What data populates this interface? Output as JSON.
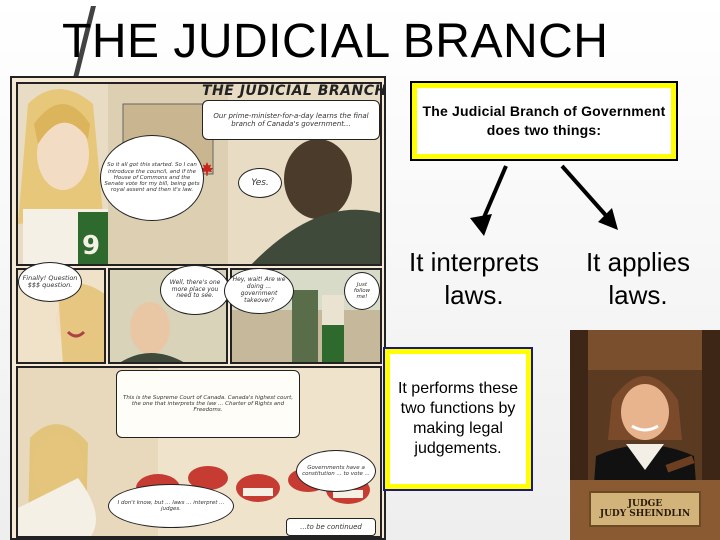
{
  "slide": {
    "title": "THE JUDICIAL BRANCH"
  },
  "comic": {
    "heading": "THE JUDICIAL BRANCH",
    "caption_top": "Our prime-minister-for-a-day learns the final branch of Canada's government...",
    "bubble_1": "So it all got this started. So I can introduce the council, and if the House of Commons and the Senate vote for my bill, being gets royal assent and then it's law.",
    "bubble_2": "Yes.",
    "bubble_3": "Finally! Question $$$ question.",
    "bubble_4": "Well, there's one more place you need to see.",
    "bubble_5": "Hey, wait! Are we doing ... government takeover?",
    "bubble_6": "Just follow me!",
    "caption_mid": "This is the Supreme Court of Canada. Canada's highest court, the one that interprets the law ... Charter of Rights and Freedoms.",
    "bubble_7": "Governments have a constitution ... to vote ... ",
    "bubble_8": "I don't know, but ... laws ... interpret ... judges.",
    "caption_end": "...to be continued"
  },
  "box": {
    "text": "The Judicial Branch of Government does two things:"
  },
  "point_1": "It interprets laws.",
  "point_2": "It applies laws.",
  "note": {
    "text": "It performs these two functions by making legal judgements."
  },
  "judge": {
    "nameplate": "JUDGE\nJUDY SHEINDLIN"
  },
  "colors": {
    "highlight": "#ffff00",
    "note_border": "#1a1a7a",
    "comic_paper": "#f6ead6"
  }
}
